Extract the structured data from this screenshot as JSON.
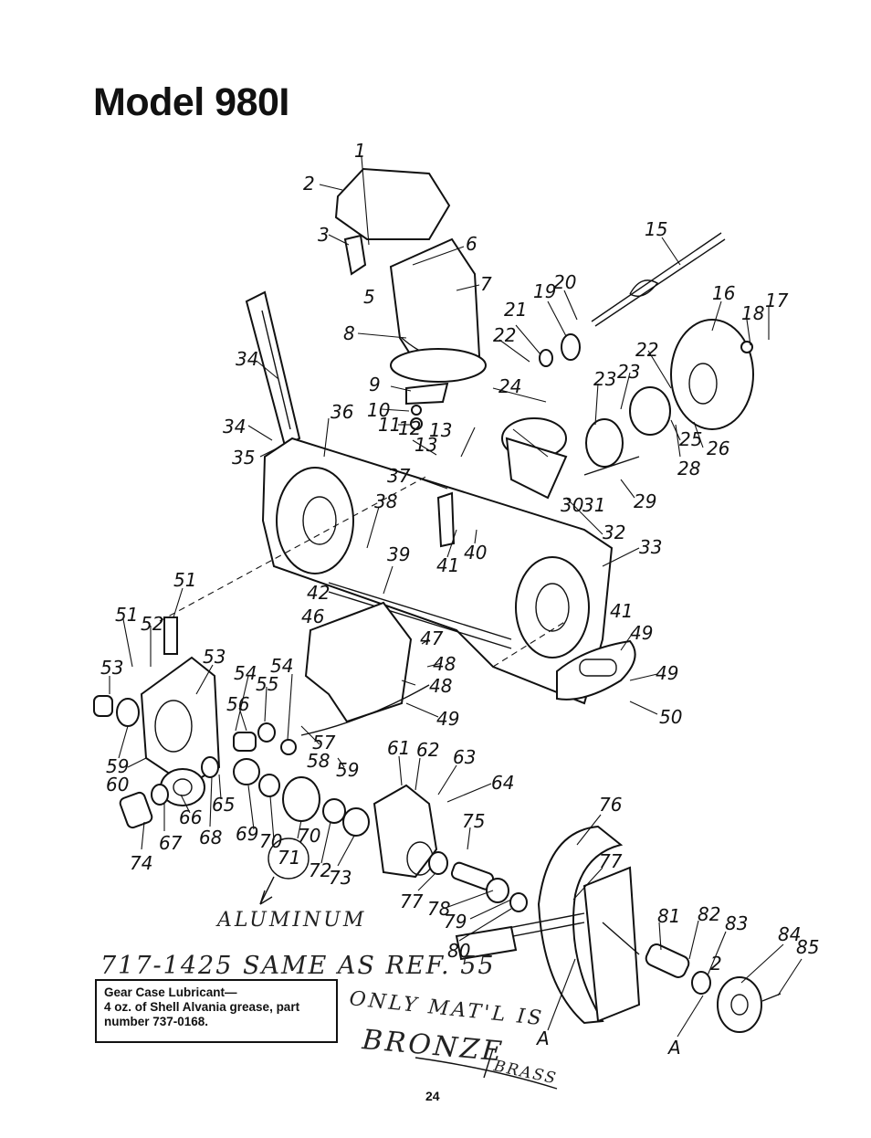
{
  "title": "Model 980I",
  "page_number": "24",
  "lubricant_note": {
    "line1": "Gear Case Lubricant—",
    "line2": "4 oz. of Shell Alvania grease, part",
    "line3": "number 737-0168."
  },
  "handwritten": {
    "aluminum": "ALUMINUM",
    "same_as": "717-1425 SAME AS REF. 55",
    "only_matl": "ONLY MAT'L IS",
    "bronze": "BRONZE",
    "brass": "BRASS"
  },
  "callouts": [
    "1",
    "2",
    "3",
    "5",
    "6",
    "7",
    "8",
    "9",
    "10",
    "11",
    "12",
    "13",
    "13",
    "15",
    "16",
    "17",
    "18",
    "19",
    "20",
    "21",
    "22",
    "22",
    "23",
    "23",
    "24",
    "25",
    "26",
    "28",
    "29",
    "30",
    "31",
    "32",
    "33",
    "34",
    "34",
    "35",
    "36",
    "37",
    "38",
    "39",
    "40",
    "41",
    "41",
    "42",
    "46",
    "47",
    "48",
    "48",
    "49",
    "49",
    "49",
    "50",
    "51",
    "51",
    "52",
    "53",
    "53",
    "54",
    "54",
    "55",
    "56",
    "57",
    "58",
    "59",
    "59",
    "60",
    "61",
    "62",
    "63",
    "64",
    "65",
    "66",
    "67",
    "68",
    "69",
    "70",
    "70",
    "71",
    "72",
    "73",
    "74",
    "75",
    "76",
    "77",
    "77",
    "78",
    "79",
    "80",
    "81",
    "82",
    "83",
    "84",
    "85",
    "2",
    "A",
    "A"
  ]
}
